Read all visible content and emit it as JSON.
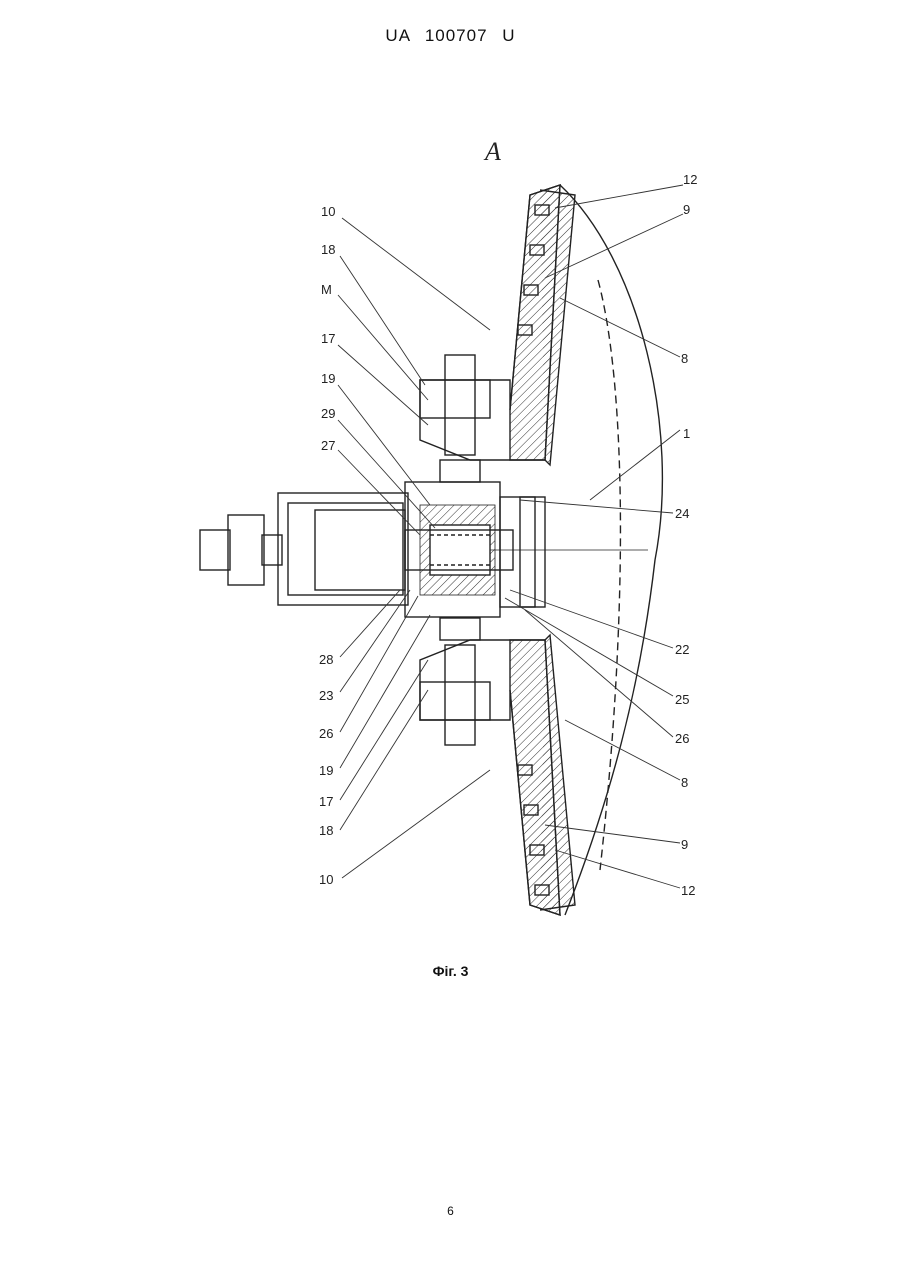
{
  "header": {
    "doc_number": "UA   100707   U"
  },
  "figure": {
    "view_letter": "A",
    "caption": "Фіг. 3",
    "labels_left": [
      "10",
      "18",
      "M",
      "17",
      "19",
      "29",
      "27",
      "28",
      "23",
      "26",
      "19",
      "17",
      "18",
      "10"
    ],
    "labels_right": [
      "12",
      "9",
      "8",
      "1",
      "24",
      "22",
      "25",
      "26",
      "8",
      "9",
      "12"
    ]
  },
  "footer": {
    "page_number": "6"
  }
}
